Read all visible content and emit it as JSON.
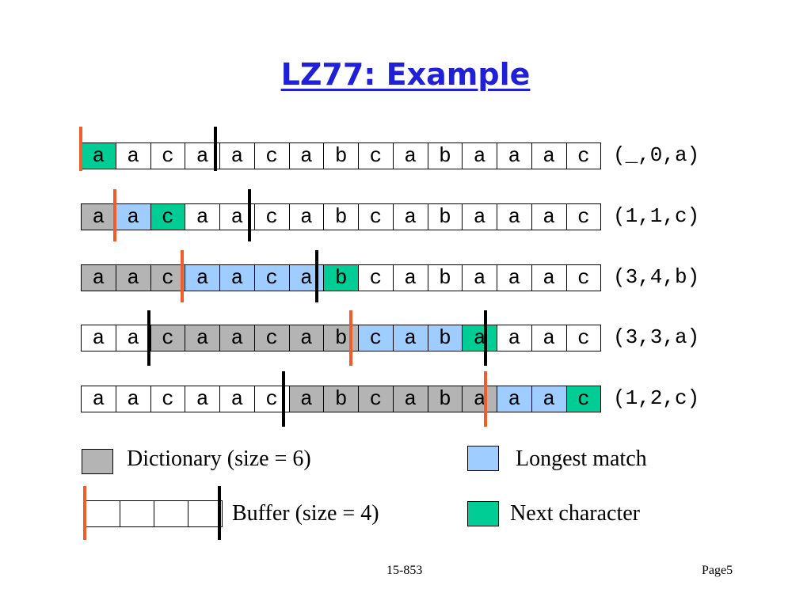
{
  "title": "LZ77: Example",
  "rows": [
    {
      "cells": [
        "a",
        "a",
        "c",
        "a",
        "a",
        "c",
        "a",
        "b",
        "c",
        "a",
        "b",
        "a",
        "a",
        "a",
        "c"
      ],
      "types": [
        "next",
        "plain",
        "plain",
        "plain",
        "plain",
        "plain",
        "plain",
        "plain",
        "plain",
        "plain",
        "plain",
        "plain",
        "plain",
        "plain",
        "plain"
      ],
      "output": "(_,0,a)"
    },
    {
      "cells": [
        "a",
        "a",
        "c",
        "a",
        "a",
        "c",
        "a",
        "b",
        "c",
        "a",
        "b",
        "a",
        "a",
        "a",
        "c"
      ],
      "types": [
        "dict",
        "match",
        "next",
        "plain",
        "plain",
        "plain",
        "plain",
        "plain",
        "plain",
        "plain",
        "plain",
        "plain",
        "plain",
        "plain",
        "plain"
      ],
      "output": "(1,1,c)"
    },
    {
      "cells": [
        "a",
        "a",
        "c",
        "a",
        "a",
        "c",
        "a",
        "b",
        "c",
        "a",
        "b",
        "a",
        "a",
        "a",
        "c"
      ],
      "types": [
        "dict",
        "dict",
        "dict",
        "match",
        "match",
        "match",
        "match",
        "next",
        "plain",
        "plain",
        "plain",
        "plain",
        "plain",
        "plain",
        "plain"
      ],
      "output": "(3,4,b)"
    },
    {
      "cells": [
        "a",
        "a",
        "c",
        "a",
        "a",
        "c",
        "a",
        "b",
        "c",
        "a",
        "b",
        "a",
        "a",
        "a",
        "c"
      ],
      "types": [
        "plain",
        "plain",
        "dict",
        "dict",
        "dict",
        "dict",
        "dict",
        "dict",
        "match",
        "match",
        "match",
        "next",
        "plain",
        "plain",
        "plain"
      ],
      "output": "(3,3,a)"
    },
    {
      "cells": [
        "a",
        "a",
        "c",
        "a",
        "a",
        "c",
        "a",
        "b",
        "c",
        "a",
        "b",
        "a",
        "a",
        "a",
        "c"
      ],
      "types": [
        "plain",
        "plain",
        "plain",
        "plain",
        "plain",
        "plain",
        "dict",
        "dict",
        "dict",
        "dict",
        "dict",
        "dict",
        "match",
        "match",
        "next"
      ],
      "output": "(1,2,c)"
    }
  ],
  "legend": {
    "dictionary": "Dictionary (size = 6)",
    "buffer": "Buffer (size = 4)",
    "longest_match": "Longest match",
    "next_character": "Next character"
  },
  "colors": {
    "dictionary": "#b4b4b4",
    "longest_match": "#a0cdff",
    "next_character": "#00cc96",
    "cursor": "#f25c2a",
    "window_boundary": "#000000",
    "title": "#2020d8"
  },
  "footer": {
    "course": "15-853",
    "page": "Page5"
  }
}
